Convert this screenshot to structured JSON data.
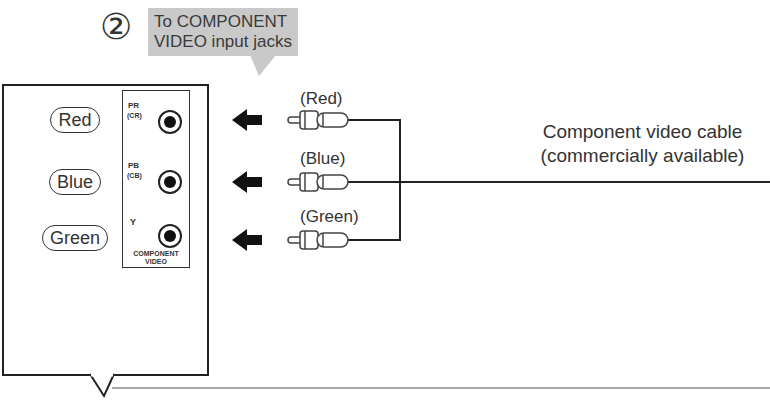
{
  "diagram": {
    "nodes": [
      {
        "text": [
          "To COMPONENT VIDEO input jacks"
        ]
      },
      {
        "text": [
          "Red"
        ]
      },
      {
        "text": [
          "Blue"
        ]
      },
      {
        "text": [
          "Green"
        ]
      },
      {
        "text": [
          "PR",
          "(CR)",
          "PB",
          "(CB)",
          "Y",
          "COMPONENT VIDEO"
        ]
      }
    ],
    "labels": [
      "②",
      "(Red)",
      "(Blue)",
      "(Green)",
      "Component video cable (commercially available)"
    ]
  }
}
